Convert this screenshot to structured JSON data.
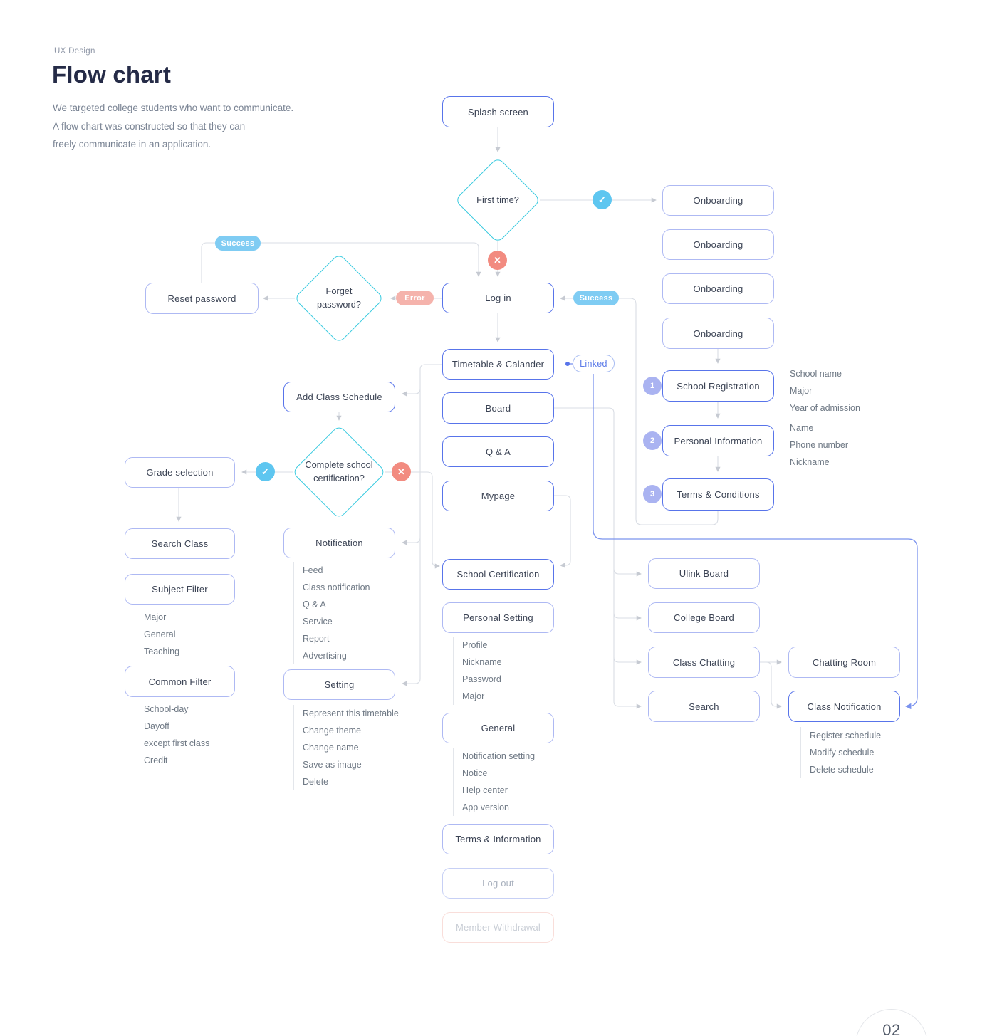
{
  "page": {
    "eyebrow": "UX Design",
    "title": "Flow chart",
    "description": [
      "We targeted college students who want to communicate.",
      "A flow chart was constructed so that they can",
      "freely communicate in an application."
    ],
    "page_number": "02"
  },
  "colors": {
    "primary_border": "#5874EA",
    "light_border": "#AEB9F3",
    "decision_border": "#3BCBE0",
    "yes_badge": "#5EC6F0",
    "no_badge": "#F28B80",
    "success_pill": "#7FCCF3",
    "error_pill": "#F5B3AC",
    "step_badge": "#AAB3F1",
    "linked_text": "#5C7BE8",
    "connector_line": "#D9DDE4",
    "linked_line": "#7B93EE"
  },
  "badges": {
    "success_reset": "Success",
    "success_login": "Success",
    "error": "Error",
    "linked": "Linked",
    "yes_glyph": "✓",
    "no_glyph": "✕",
    "steps": [
      "1",
      "2",
      "3"
    ]
  },
  "nodes": {
    "splash": "Splash screen",
    "first_time": "First time?",
    "onboarding_1": "Onboarding",
    "onboarding_2": "Onboarding",
    "onboarding_3": "Onboarding",
    "onboarding_4": "Onboarding",
    "login": "Log in",
    "forget_password": "Forget password?",
    "reset_password": "Reset password",
    "timetable": "Timetable & Calander",
    "board": "Board",
    "qna": "Q & A",
    "mypage": "Mypage",
    "add_class_schedule": "Add Class Schedule",
    "complete_certification": "Complete school certification?",
    "grade_selection": "Grade selection",
    "search_class": "Search Class",
    "subject_filter": "Subject Filter",
    "common_filter": "Common Filter",
    "notification": "Notification",
    "setting": "Setting",
    "school_certification": "School Certification",
    "personal_setting": "Personal Setting",
    "general": "General",
    "terms_information": "Terms & Information",
    "logout": "Log out",
    "member_withdrawal": "Member Withdrawal",
    "school_registration": "School Registration",
    "personal_information": "Personal Information",
    "terms_conditions": "Terms & Conditions",
    "ulink_board": "Ulink Board",
    "college_board": "College Board",
    "class_chatting": "Class Chatting",
    "search": "Search",
    "chatting_room": "Chatting Room",
    "class_notification": "Class Notification"
  },
  "lists": {
    "subject_filter": [
      "Major",
      "General",
      "Teaching"
    ],
    "common_filter": [
      "School-day",
      "Dayoff",
      "except first class",
      "Credit"
    ],
    "notification": [
      "Feed",
      "Class notification",
      "Q & A",
      "Service",
      "Report",
      "Advertising"
    ],
    "setting": [
      "Represent this timetable",
      "Change theme",
      "Change name",
      "Save as image",
      "Delete"
    ],
    "personal_setting": [
      "Profile",
      "Nickname",
      "Password",
      "Major"
    ],
    "general": [
      "Notification setting",
      "Notice",
      "Help center",
      "App version"
    ],
    "school_registration": [
      "School name",
      "Major",
      "Year of admission"
    ],
    "personal_information": [
      "Name",
      "Phone number",
      "Nickname"
    ],
    "class_notification": [
      "Register schedule",
      "Modify schedule",
      "Delete schedule"
    ]
  }
}
